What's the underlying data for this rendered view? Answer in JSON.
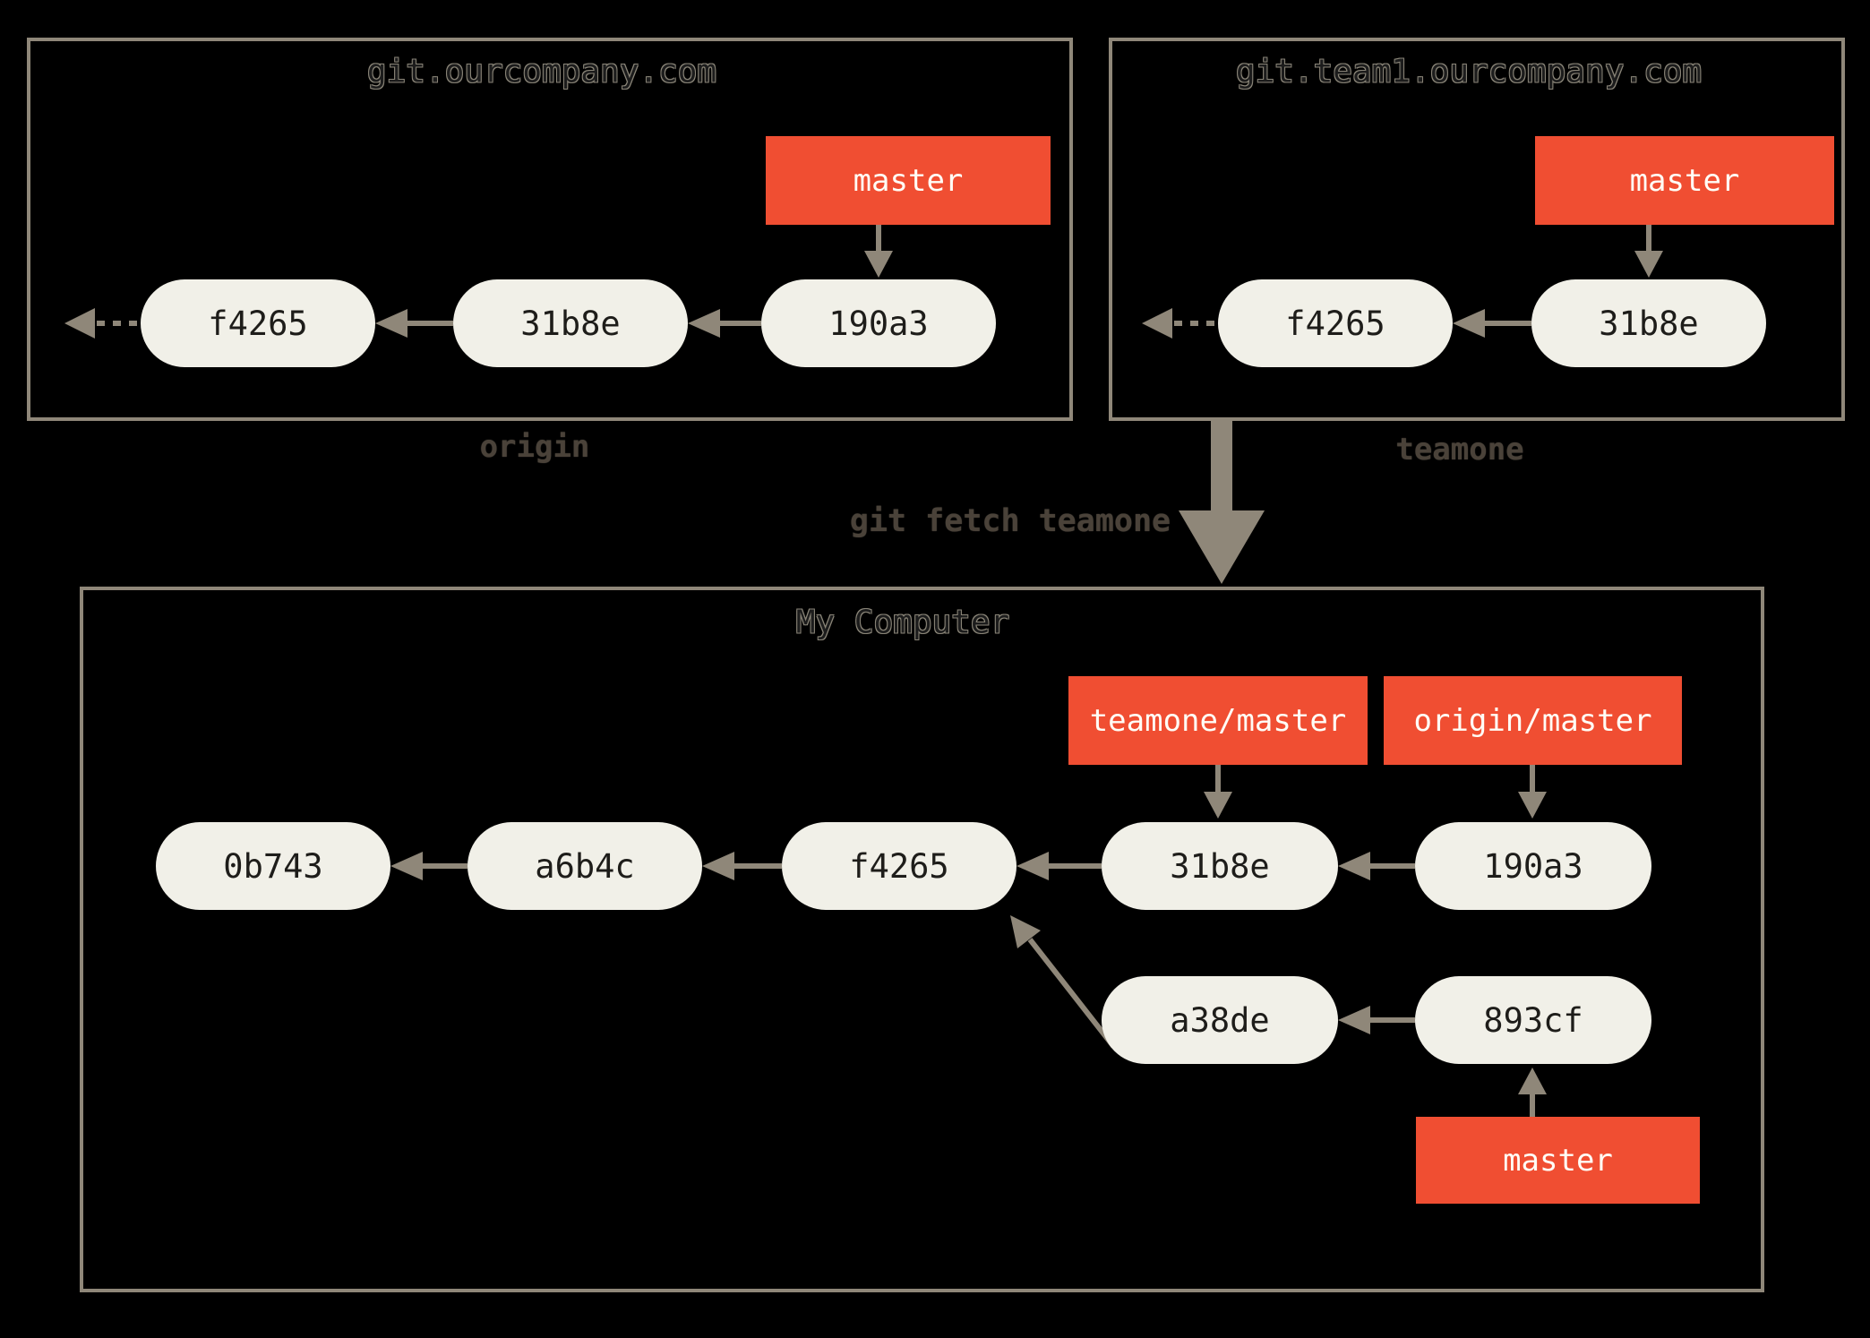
{
  "colors": {
    "background": "#000000",
    "box_border": "#8f8779",
    "pill_bg": "#f1f0e8",
    "pill_text": "#1e1d1a",
    "red": "#f04e32",
    "red_text": "#fffdf6",
    "arrow": "#8f8779",
    "label_text": "#4a4239",
    "title_fill": "#1c1c1c",
    "title_outline": "#8a8578"
  },
  "remotes": [
    {
      "title": "git.ourcompany.com",
      "caption": "origin",
      "branch_label": "master",
      "commits": [
        "f4265",
        "31b8e",
        "190a3"
      ]
    },
    {
      "title": "git.team1.ourcompany.com",
      "caption": "teamone",
      "branch_label": "master",
      "commits": [
        "f4265",
        "31b8e"
      ]
    }
  ],
  "fetch_command": "git fetch teamone",
  "local": {
    "title": "My Computer",
    "remote_tracking_labels": [
      "teamone/master",
      "origin/master"
    ],
    "branch_label": "master",
    "main_commits": [
      "0b743",
      "a6b4c",
      "f4265",
      "31b8e",
      "190a3"
    ],
    "branch_commits": [
      "a38de",
      "893cf"
    ]
  }
}
